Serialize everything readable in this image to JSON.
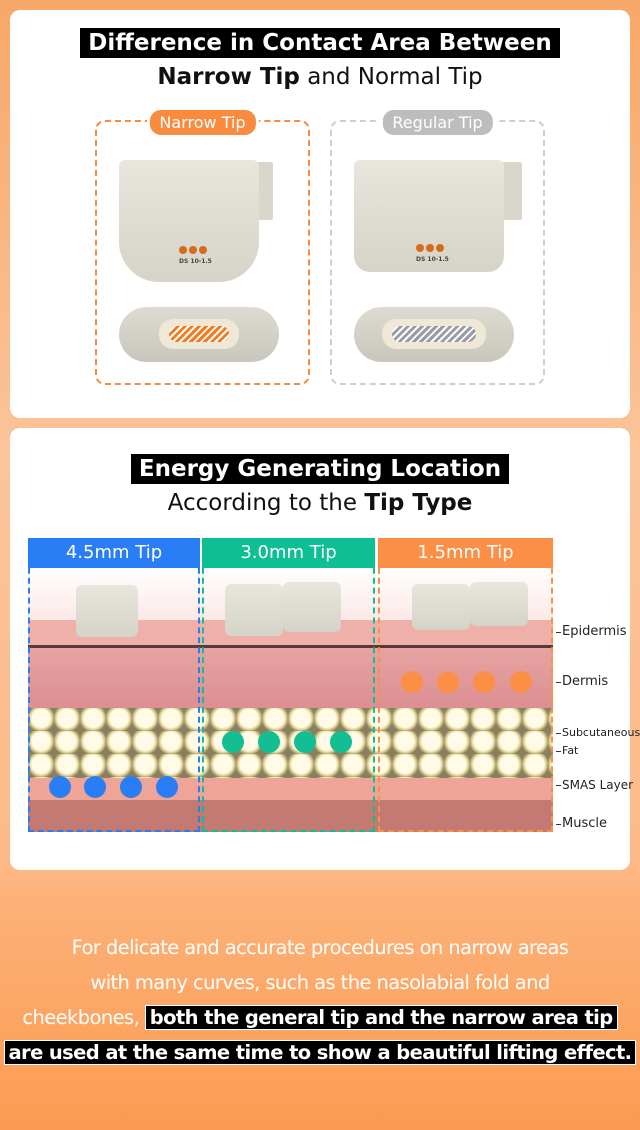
{
  "section1": {
    "title_highlight": "Difference in Contact Area Between",
    "subtitle_bold": "Narrow Tip",
    "subtitle_rest": " and Normal Tip",
    "tips": [
      {
        "label": "Narrow Tip",
        "device_label": "DS 10-1.5",
        "color": "#f98b3e",
        "stripe_color": "#f07c24"
      },
      {
        "label": "Regular Tip",
        "device_label": "DS 10-1.5",
        "color": "#bdbdbd",
        "stripe_color": "#9a9ba8"
      }
    ]
  },
  "section2": {
    "title_highlight": "Energy Generating Location",
    "subtitle_rest": "According to the ",
    "subtitle_bold": "Tip Type",
    "columns": [
      {
        "label": "4.5mm Tip",
        "color": "#2a7ef5"
      },
      {
        "label": "3.0mm Tip",
        "color": "#0fbf94"
      },
      {
        "label": "1.5mm Tip",
        "color": "#fb8f45"
      }
    ],
    "layers": [
      "Epidermis",
      "Dermis",
      "Subcutaneous",
      "Fat",
      "SMAS Layer",
      "Muscle"
    ]
  },
  "bottom": {
    "line1": "For delicate and accurate procedures on narrow areas",
    "line2": "with many curves, such as the nasolabial fold and",
    "line3_plain": "cheekbones, ",
    "line3_bold": "both the general tip and the narrow area tip",
    "line4_bold": "are used at the same time to show a beautiful lifting effect."
  }
}
